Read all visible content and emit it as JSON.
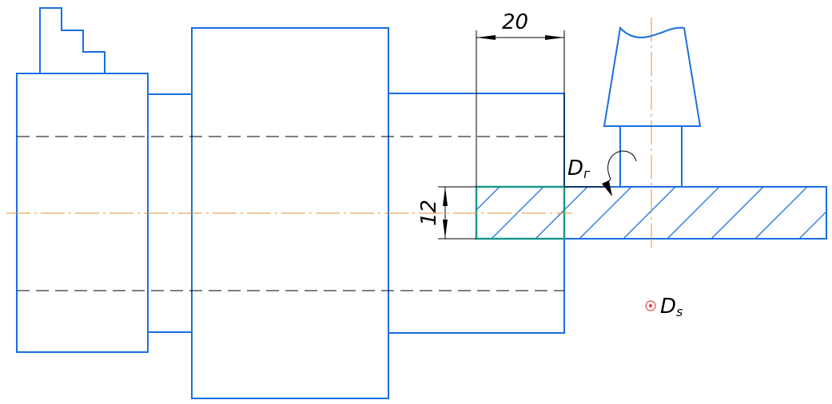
{
  "colors": {
    "part_outline": "#1a6fe0",
    "hidden_line": "#000000",
    "center_line": "#e0903a",
    "machined_layer": "#1a9a8c",
    "feed_marker": "#e04848"
  },
  "dimensions": {
    "length": "20",
    "depth": "12"
  },
  "labels": {
    "primary_motion": "D",
    "primary_motion_sub": "г",
    "feed_motion": "D",
    "feed_motion_sub": "s"
  },
  "icons": [
    "rotation-arrow-icon",
    "feed-direction-icon"
  ]
}
